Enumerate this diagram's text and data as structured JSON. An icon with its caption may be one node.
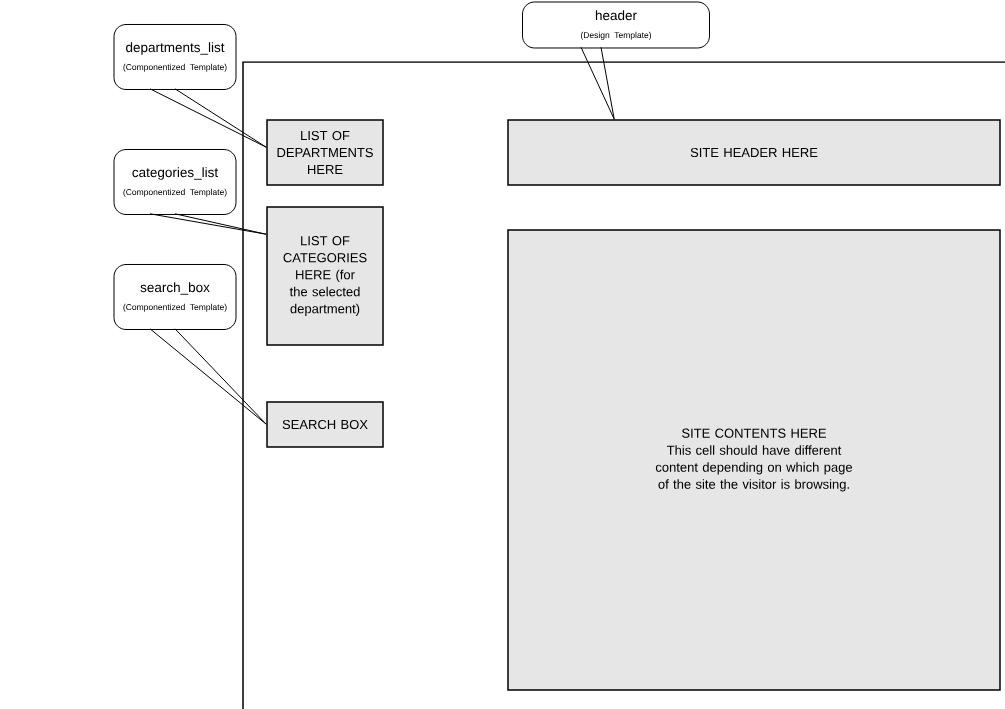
{
  "diagram": {
    "nodes": [
      {
        "text": [
          "departments_list",
          "(Componentized Template)"
        ]
      },
      {
        "text": [
          "categories_list",
          "(Componentized Template)"
        ]
      },
      {
        "text": [
          "search_box",
          "(Componentized Template)"
        ]
      },
      {
        "text": [
          "header",
          "(Design Template)"
        ]
      },
      {
        "text": [
          "LIST OF DEPARTMENTS HERE"
        ]
      },
      {
        "text": [
          "LIST OF CATEGORIES HERE (for the selected department)"
        ]
      },
      {
        "text": [
          "SEARCH BOX"
        ]
      },
      {
        "text": [
          "SITE HEADER HERE"
        ]
      },
      {
        "text": [
          "SITE CONTENTS HERE",
          "This cell should have different content depending on which page of the site the visitor is browsing."
        ]
      }
    ],
    "edges": [
      {
        "from": 0,
        "to": 4,
        "arrow": "none"
      },
      {
        "from": 1,
        "to": 5,
        "arrow": "none"
      },
      {
        "from": 2,
        "to": 6,
        "arrow": "none"
      },
      {
        "from": 3,
        "to": 7,
        "arrow": "none"
      }
    ]
  }
}
